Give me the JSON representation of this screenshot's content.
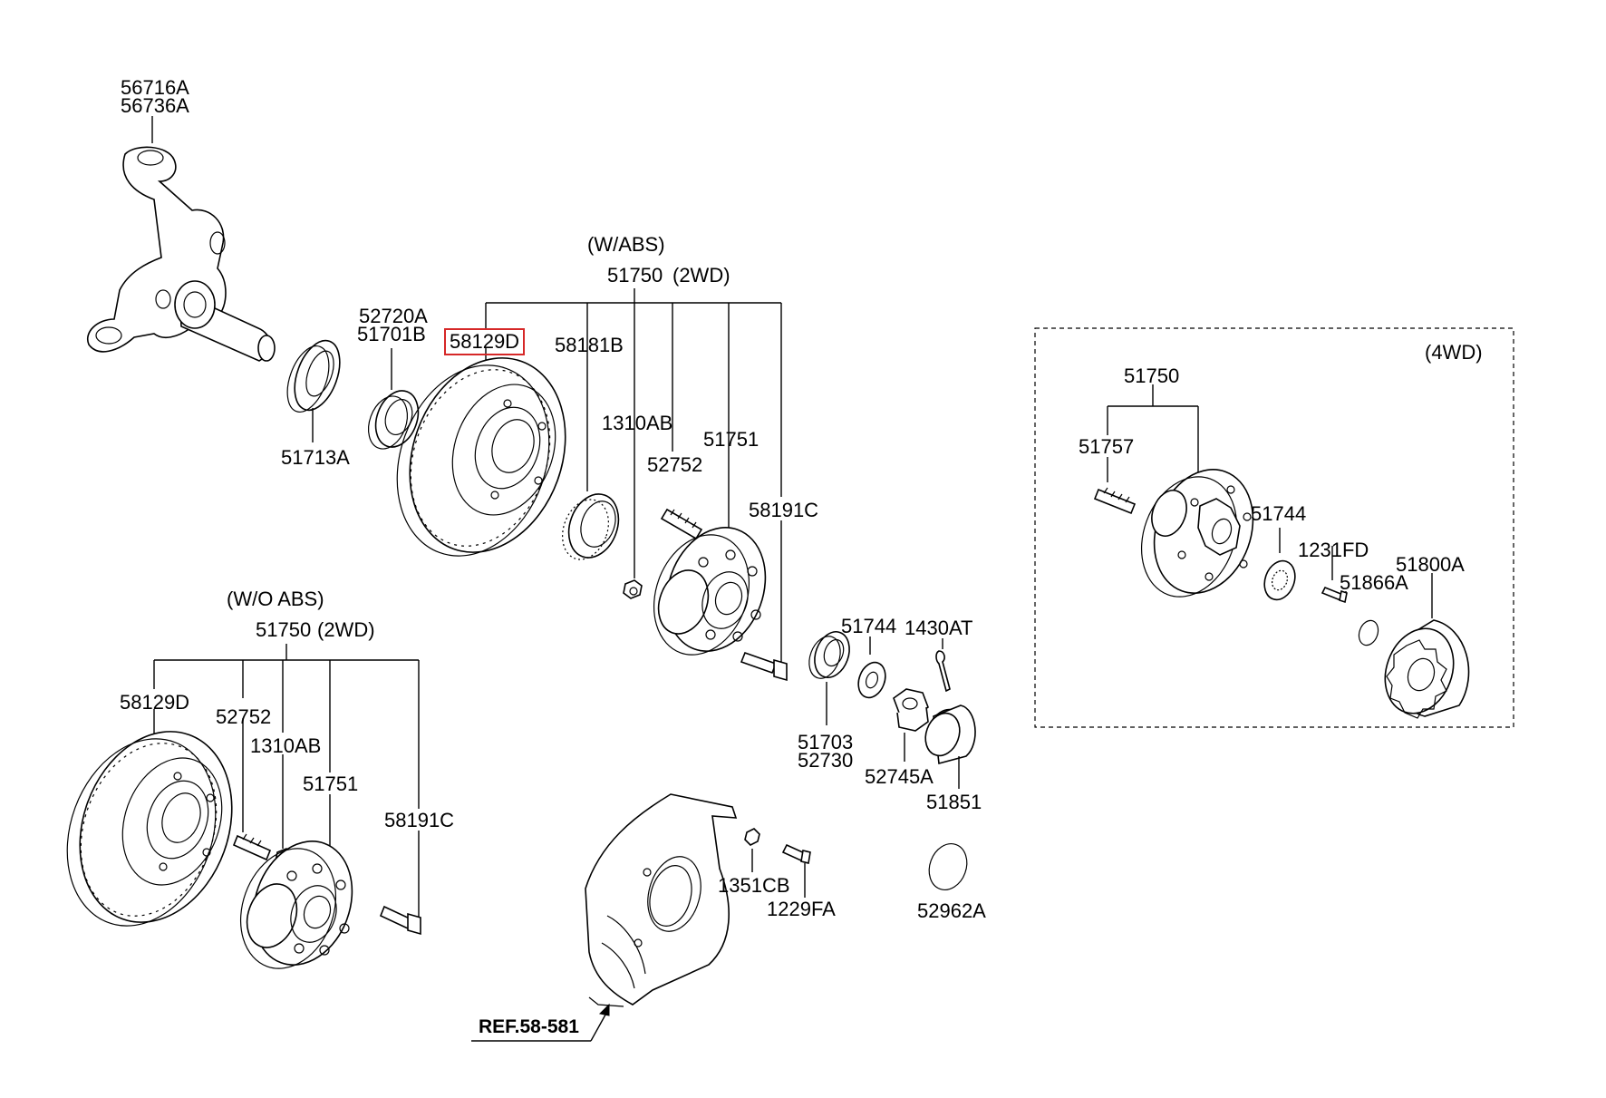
{
  "colors": {
    "line": "#000000",
    "highlight": "#d62828",
    "background": "#ffffff"
  },
  "groups": {
    "w_abs": "(W/ABS)",
    "wo_abs": "(W/O ABS)",
    "two_wd_a": "(2WD)",
    "two_wd_b": "(2WD)",
    "four_wd": "(4WD)"
  },
  "labels": {
    "knuckle_a": "56716A",
    "knuckle_b": "56736A",
    "seal_51713A": "51713A",
    "bearing_52720A": "52720A",
    "bearing_51701B": "51701B",
    "abs_hub_assy": "51750",
    "abs_disc": "58129D",
    "abs_ring": "58181B",
    "abs_nut": "1310AB",
    "abs_hub": "51751",
    "abs_stud": "52752",
    "abs_bolt": "58191C",
    "bearing_51703": "51703",
    "bearing_52730": "52730",
    "washer_51744": "51744",
    "pin_1430AT": "1430AT",
    "nut_52745A": "52745A",
    "cap_51851": "51851",
    "clip_52962A": "52962A",
    "nut_1351CB": "1351CB",
    "bolt_1229FA": "1229FA",
    "ref": "REF.58-581",
    "woabs_hub_assy": "51750",
    "woabs_disc": "58129D",
    "woabs_stud": "52752",
    "woabs_nut": "1310AB",
    "woabs_hub": "51751",
    "woabs_bolt": "58191C",
    "fwd_hub_assy": "51750",
    "fwd_stud": "51757",
    "fwd_washer": "51744",
    "fwd_bolt": "1231FD",
    "fwd_oring": "51866A",
    "fwd_lock_hub": "51800A"
  }
}
